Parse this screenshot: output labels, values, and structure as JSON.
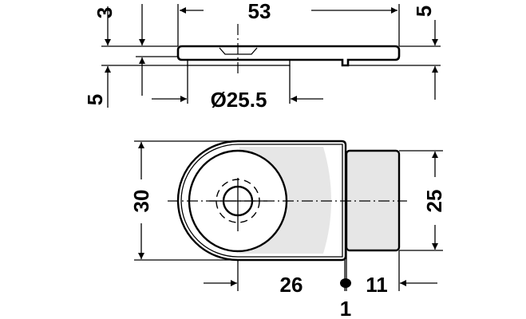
{
  "title": "Technical drawing of a round-ended mounting plate with a rectangular projecting tab, shown in side view and plan view",
  "colors": {
    "line": "#000000",
    "shading": "#e6e6e6",
    "background": "#ffffff"
  },
  "side_view": {
    "overall_length": "53",
    "plate_thickness_left": "3",
    "total_height_left": "5",
    "total_height_right": "5",
    "hub_diameter": "Ø25.5"
  },
  "plan_view": {
    "overall_width": "30",
    "tab_width": "25",
    "center_to_edge": "26",
    "tab_length": "11",
    "gap": "1"
  }
}
